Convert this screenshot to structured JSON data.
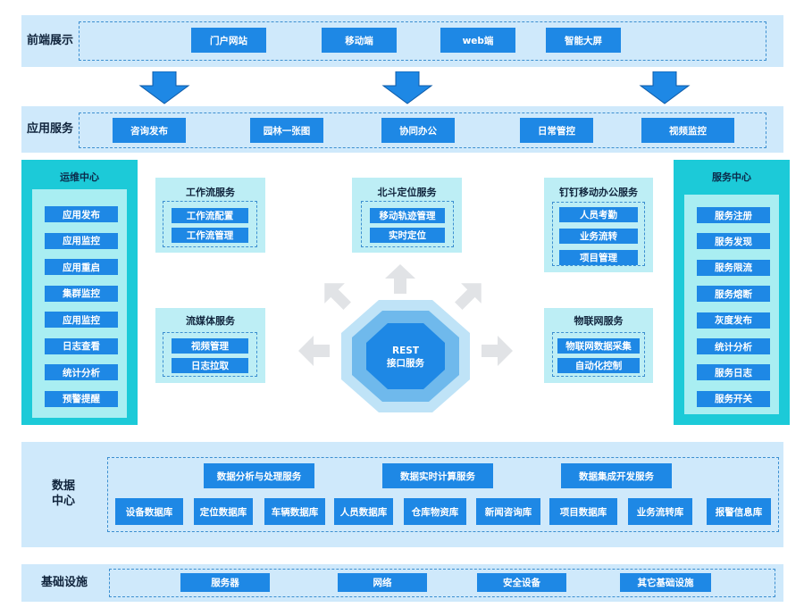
{
  "frontend": {
    "label": "前端展示",
    "items": [
      "门户网站",
      "移动端",
      "web端",
      "智能大屏"
    ]
  },
  "app_services": {
    "label": "应用服务",
    "items": [
      "咨询发布",
      "园林一张图",
      "协同办公",
      "日常管控",
      "视频监控"
    ]
  },
  "ops_center": {
    "title": "运维中心",
    "items": [
      "应用发布",
      "应用监控",
      "应用重启",
      "集群监控",
      "应用监控",
      "日志查看",
      "统计分析",
      "预警提醒"
    ]
  },
  "service_center": {
    "title": "服务中心",
    "items": [
      "服务注册",
      "服务发现",
      "服务限流",
      "服务熔断",
      "灰度发布",
      "统计分析",
      "服务日志",
      "服务开关"
    ]
  },
  "workflow": {
    "title": "工作流服务",
    "items": [
      "工作流配置",
      "工作流管理"
    ]
  },
  "beidou": {
    "title": "北斗定位服务",
    "items": [
      "移动轨迹管理",
      "实时定位"
    ]
  },
  "dingtalk": {
    "title": "钉钉移动办公服务",
    "items": [
      "人员考勤",
      "业务流转",
      "项目管理"
    ]
  },
  "streaming": {
    "title": "流媒体服务",
    "items": [
      "视频管理",
      "日志拉取"
    ]
  },
  "iot": {
    "title": "物联网服务",
    "items": [
      "物联网数据采集",
      "自动化控制"
    ]
  },
  "rest": {
    "line1": "REST",
    "line2": "接口服务"
  },
  "data_center": {
    "label_line1": "数据",
    "label_line2": "中心",
    "services": [
      "数据分析与处理服务",
      "数据实时计算服务",
      "数据集成开发服务"
    ],
    "databases": [
      "设备数据库",
      "定位数据库",
      "车辆数据库",
      "人员数据库",
      "仓库物资库",
      "新闻咨询库",
      "项目数据库",
      "业务流转库",
      "报警信息库"
    ]
  },
  "infrastructure": {
    "label": "基础设施",
    "items": [
      "服务器",
      "网络",
      "安全设备",
      "其它基础设施"
    ]
  },
  "colors": {
    "band": "#cfe9fb",
    "button": "#1e88e5",
    "panel": "#1ccad8",
    "card": "#bdeef5",
    "octagon_outer": "#bfe3f7",
    "octagon_mid": "#6fb9ec",
    "octagon_inner": "#1e88e5",
    "arrow_blue": "#1e88e5",
    "arrow_grey": "#e1e3e6"
  }
}
